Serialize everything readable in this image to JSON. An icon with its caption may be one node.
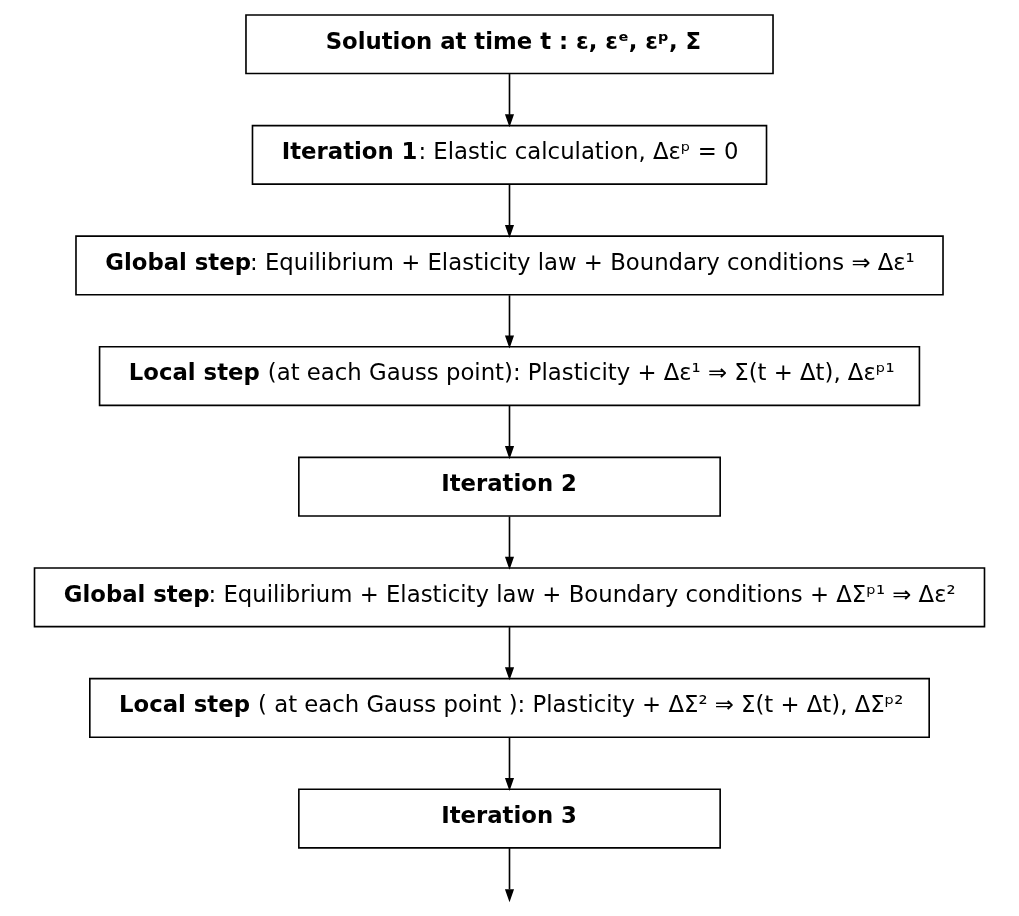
{
  "diagram": {
    "nodes": [
      {
        "text": [
          "Solution at time t : ε, εᵉ, εᵖ, Σ"
        ]
      },
      {
        "text": [
          "**Iteration 1**: Elastic calculation, Δεᵖ = 0"
        ]
      },
      {
        "text": [
          "**Global step**: Equilibrium + Elasticity law + Boundary conditions ⇒ Δε¹"
        ]
      },
      {
        "text": [
          "**Local step** (at each Gauss point): Plasticity + Δε¹ ⇒ Σ(t + Δt), Δεᵖ¹"
        ]
      },
      {
        "text": [
          "Iteration 2"
        ]
      },
      {
        "text": [
          "**Global step**: Equilibrium + Elasticity law + Boundary conditions + ΔΣᵖ¹ ⇒ Δε²"
        ]
      },
      {
        "text": [
          "**Local step** ( at each Gauss point ): Plasticity + ΔΣ² ⇒ Σ(t + Δt), ΔΣᵖ²"
        ]
      },
      {
        "text": [
          "Iteration 3"
        ]
      }
    ],
    "edges": [
      {
        "from": 0,
        "to": 1,
        "arrow": "to"
      },
      {
        "from": 1,
        "to": 2,
        "arrow": "to"
      },
      {
        "from": 2,
        "to": 3,
        "arrow": "to"
      },
      {
        "from": 3,
        "to": 4,
        "arrow": "to"
      },
      {
        "from": 4,
        "to": 5,
        "arrow": "to"
      },
      {
        "from": 5,
        "to": 6,
        "arrow": "to"
      },
      {
        "from": 6,
        "to": 7,
        "arrow": "to"
      },
      {
        "from": 7,
        "to": null,
        "arrow": "to"
      }
    ]
  }
}
